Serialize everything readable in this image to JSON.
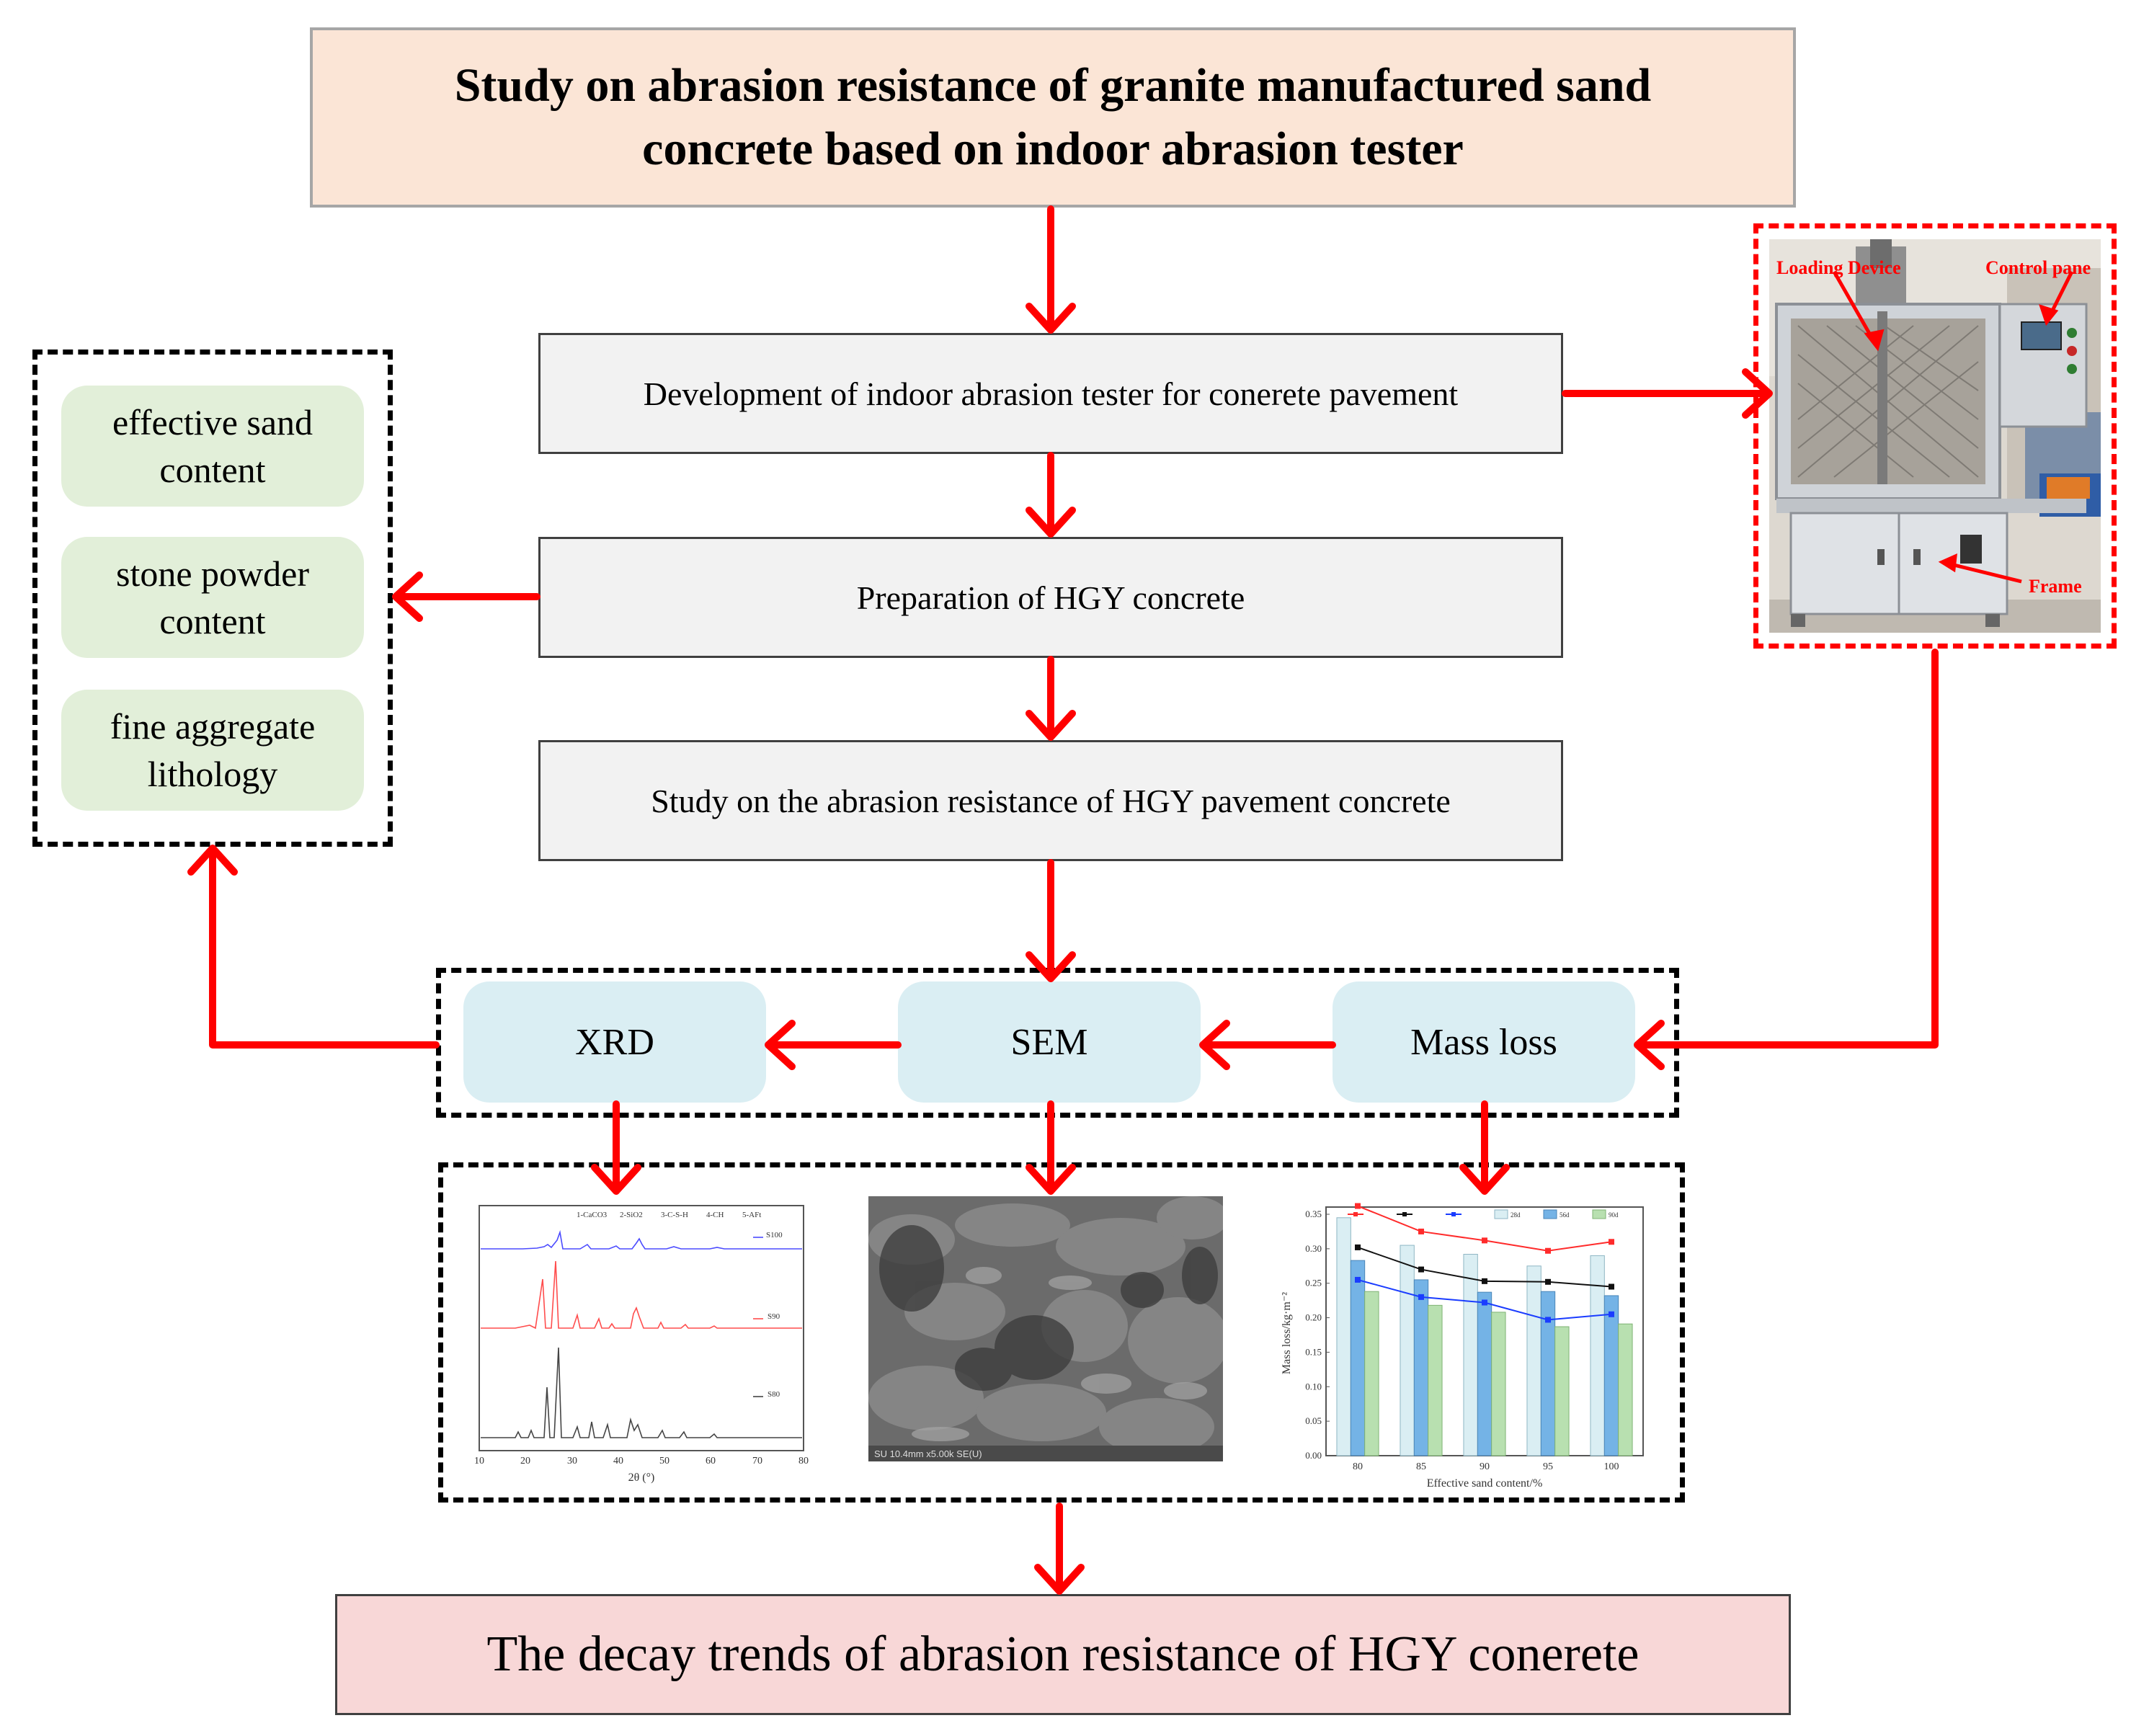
{
  "title": {
    "line1": "Study on abrasion resistance of granite manufactured sand",
    "line2": "concrete based on indoor abrasion tester"
  },
  "steps": {
    "development": "Development of indoor abrasion tester for conerete pavement",
    "preparation": "Preparation of HGY concrete",
    "study": "Study on the abrasion resistance of HGY pavement concrete"
  },
  "factors": {
    "effective_sand": {
      "line1": "effective sand",
      "line2": "content"
    },
    "stone_powder": {
      "line1": "stone powder",
      "line2": "content"
    },
    "fine_aggregate": {
      "line1": "fine aggregate",
      "line2": "lithology"
    }
  },
  "tests": {
    "xrd": "XRD",
    "sem": "SEM",
    "mass_loss": "Mass loss"
  },
  "machine_labels": {
    "loading_device": "Loading Device",
    "control_panel": "Control pane",
    "frame": "Frame"
  },
  "final": "The decay trends of abrasion resistance of HGY conerete",
  "colors": {
    "arrow": "#ff0000",
    "title_bg": "#fbe5d6",
    "final_bg": "#f8d7d7",
    "step_bg": "#f2f2f2",
    "factor_bg": "#e2efd9",
    "test_bg": "#daeef3"
  },
  "xrd_chart": {
    "legend": [
      "1-CaCO3",
      "2-SiO2",
      "3-C-S-H",
      "4-CH",
      "5-AFt"
    ],
    "series": [
      "S100",
      "S90",
      "S80"
    ],
    "x_ticks": [
      "10",
      "20",
      "30",
      "40",
      "50",
      "60",
      "70",
      "80"
    ],
    "xlabel": "2θ (°)"
  },
  "sem_caption": "SU 10.4mm x5.00k SE(U)",
  "chart_data": {
    "type": "bar",
    "categories": [
      "80",
      "85",
      "90",
      "95",
      "100"
    ],
    "series": [
      {
        "name": "28d",
        "values": [
          0.345,
          0.305,
          0.292,
          0.275,
          0.29
        ]
      },
      {
        "name": "56d",
        "values": [
          0.283,
          0.255,
          0.237,
          0.238,
          0.232
        ]
      },
      {
        "name": "90d",
        "values": [
          0.238,
          0.218,
          0.208,
          0.187,
          0.191
        ]
      }
    ],
    "lines": [
      {
        "values": [
          0.362,
          0.325,
          0.312,
          0.297,
          0.31
        ]
      },
      {
        "values": [
          0.302,
          0.27,
          0.253,
          0.252,
          0.245
        ]
      },
      {
        "values": [
          0.255,
          0.23,
          0.222,
          0.197,
          0.205
        ]
      }
    ],
    "xlabel": "Effective sand content/%",
    "ylabel": "Mass loss/kg·m⁻²",
    "ylim": [
      0,
      0.35
    ],
    "y_ticks": [
      "0.00",
      "0.05",
      "0.10",
      "0.15",
      "0.20",
      "0.25",
      "0.30",
      "0.35"
    ]
  }
}
